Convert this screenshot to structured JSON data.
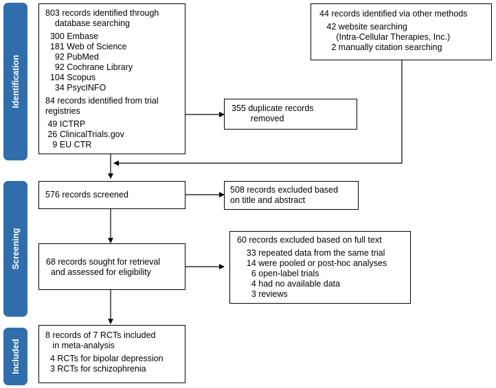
{
  "phases": {
    "identification": "Identification",
    "screening": "Screening",
    "included": "Included"
  },
  "boxes": {
    "database": {
      "lines": [
        "803 records identified through",
        "    database searching",
        "  300 Embase",
        "  181 Web of Science",
        "    92 PubMed",
        "    92 Cochrane Library",
        "  104 Scopus",
        "    34 PsycINFO",
        "84 records identified from trial",
        "registries",
        " 49 ICTRP",
        " 26 ClinicalTrials.gov",
        "   9 EU CTR"
      ]
    },
    "other_methods": {
      "lines": [
        "44 records identified via other methods",
        "   42 website searching",
        "       (Intra-Cellular Therapies, Inc.)",
        "     2 manually citation searching"
      ]
    },
    "duplicates": {
      "lines": [
        "355 duplicate records",
        "        removed"
      ]
    },
    "screened": {
      "lines": [
        "576 records screened"
      ]
    },
    "excluded_title": {
      "lines": [
        "508 records excluded based",
        "on title and abstract"
      ]
    },
    "retrieval": {
      "lines": [
        "68 records sought for retrieval",
        "  and assessed for eligibility"
      ]
    },
    "excluded_fulltext": {
      "lines": [
        "60 records excluded based on full text",
        "    33 repeated data from the same trial",
        "    14 were pooled or post-hoc analyses",
        "      6 open-label trials",
        "      4 had no available data",
        "      3 reviews"
      ]
    },
    "included": {
      "lines": [
        "8 records of 7 RCTs included",
        "   in meta-analysis",
        "  4 RCTs for bipolar depression",
        "  3 RCTs for schizophrenia"
      ]
    }
  },
  "colors": {
    "phase_fill": "#2f6eaa",
    "phase_text": "#ffffff",
    "line": "#000000"
  }
}
